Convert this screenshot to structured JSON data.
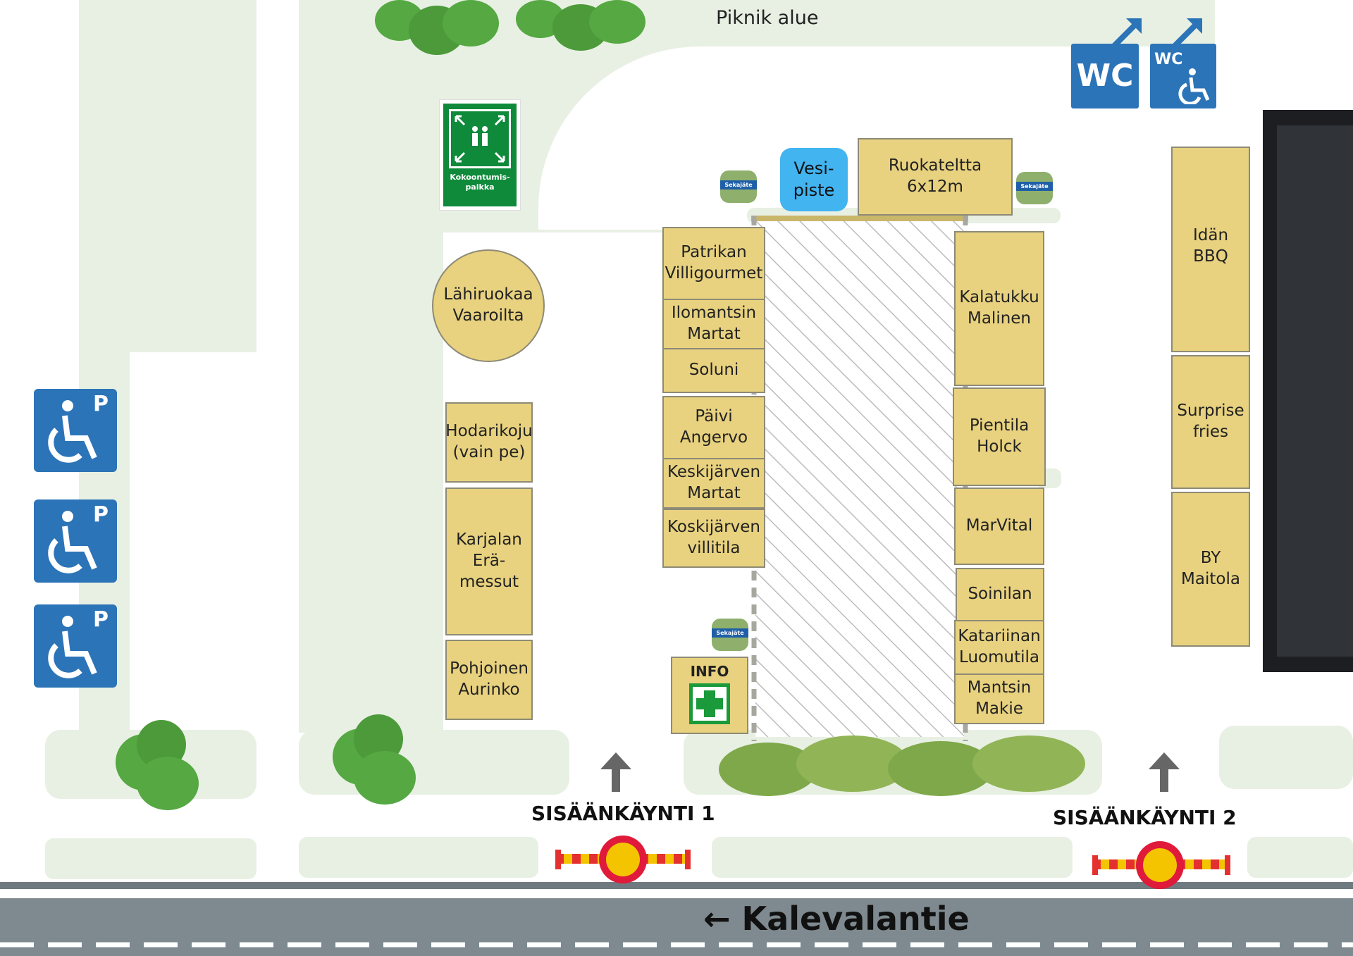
{
  "map": {
    "picnic_label": "Piknik alue",
    "road_label": "← Kalevalantie",
    "entrances": [
      {
        "label": "SISÄÄNKÄYNTI 1"
      },
      {
        "label": "SISÄÄNKÄYNTI 2"
      }
    ],
    "wc_label": "WC",
    "wc_access_label": "WC",
    "assembly_label": "Kokoontumis-\npaikka",
    "accessible_parking_letter": "P",
    "info_label": "INFO",
    "waste_bin_label": "Sekajäte",
    "water_point": "Vesi-\npiste",
    "food_tent": "Ruokateltta\n6x12m",
    "round_stall": "Lähiruokaa\nVaaroilta",
    "stalls_west": [
      "Hodarikoju\n(vain pe)",
      "Karjalan\nErä-\nmessut",
      "Pohjoinen\nAurinko"
    ],
    "stalls_center_left": [
      "Patrikan\nVilligourmet",
      "Ilomantsin\nMartat",
      "Soluni",
      "Päivi\nAngervo",
      "Keskijärven\nMartat",
      "Koskijärven\nvillitila"
    ],
    "stalls_center_right": [
      "Kalatukku\nMalinen",
      "Pientila\nHolck",
      "MarVital",
      "Soinilan",
      "Katariinan\nLuomutila",
      "Mantsin\nMakie"
    ],
    "stalls_east": [
      "Idän\nBBQ",
      "Surprise\nfries",
      "BY\nMaitola"
    ],
    "colors": {
      "lawn": "#e8f0e3",
      "stall": "#e8d27f",
      "sign_blue": "#2c74b8",
      "assembly_green": "#0f8a3a",
      "road": "#7f8a90",
      "building": "#2f3236",
      "water": "#42b4f0"
    }
  }
}
